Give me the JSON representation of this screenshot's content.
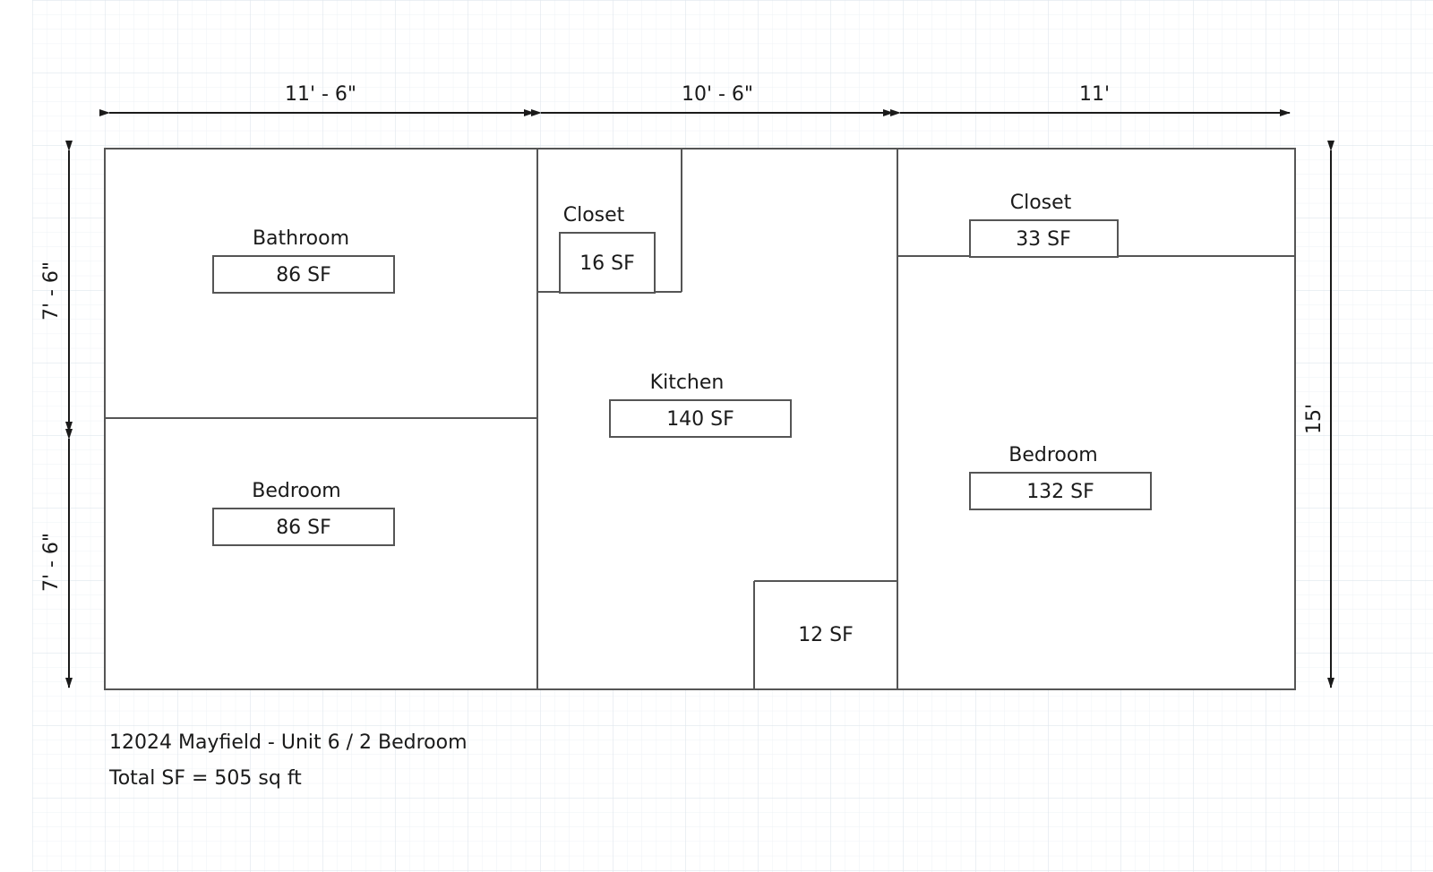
{
  "dimensions": {
    "top": [
      "11' - 6\"",
      "10' - 6\"",
      "11'"
    ],
    "left": [
      "7' - 6\"",
      "7' - 6\""
    ],
    "right": "15'"
  },
  "rooms": {
    "bathroom": {
      "name": "Bathroom",
      "area": "86 SF"
    },
    "bedroom_left": {
      "name": "Bedroom",
      "area": "86 SF"
    },
    "closet_center": {
      "name": "Closet",
      "area": "16 SF"
    },
    "kitchen": {
      "name": "Kitchen",
      "area": "140 SF"
    },
    "small_room": {
      "area": "12 SF"
    },
    "closet_right": {
      "name": "Closet",
      "area": "33 SF"
    },
    "bedroom_right": {
      "name": "Bedroom",
      "area": "132 SF"
    }
  },
  "notes": {
    "line1": "12024 Mayfield - Unit 6 / 2 Bedroom",
    "line2": "Total SF = 505 sq ft"
  },
  "colors": {
    "grid": "#e3e9ef",
    "wall": "#555555",
    "arrow": "#1a1a1a"
  }
}
